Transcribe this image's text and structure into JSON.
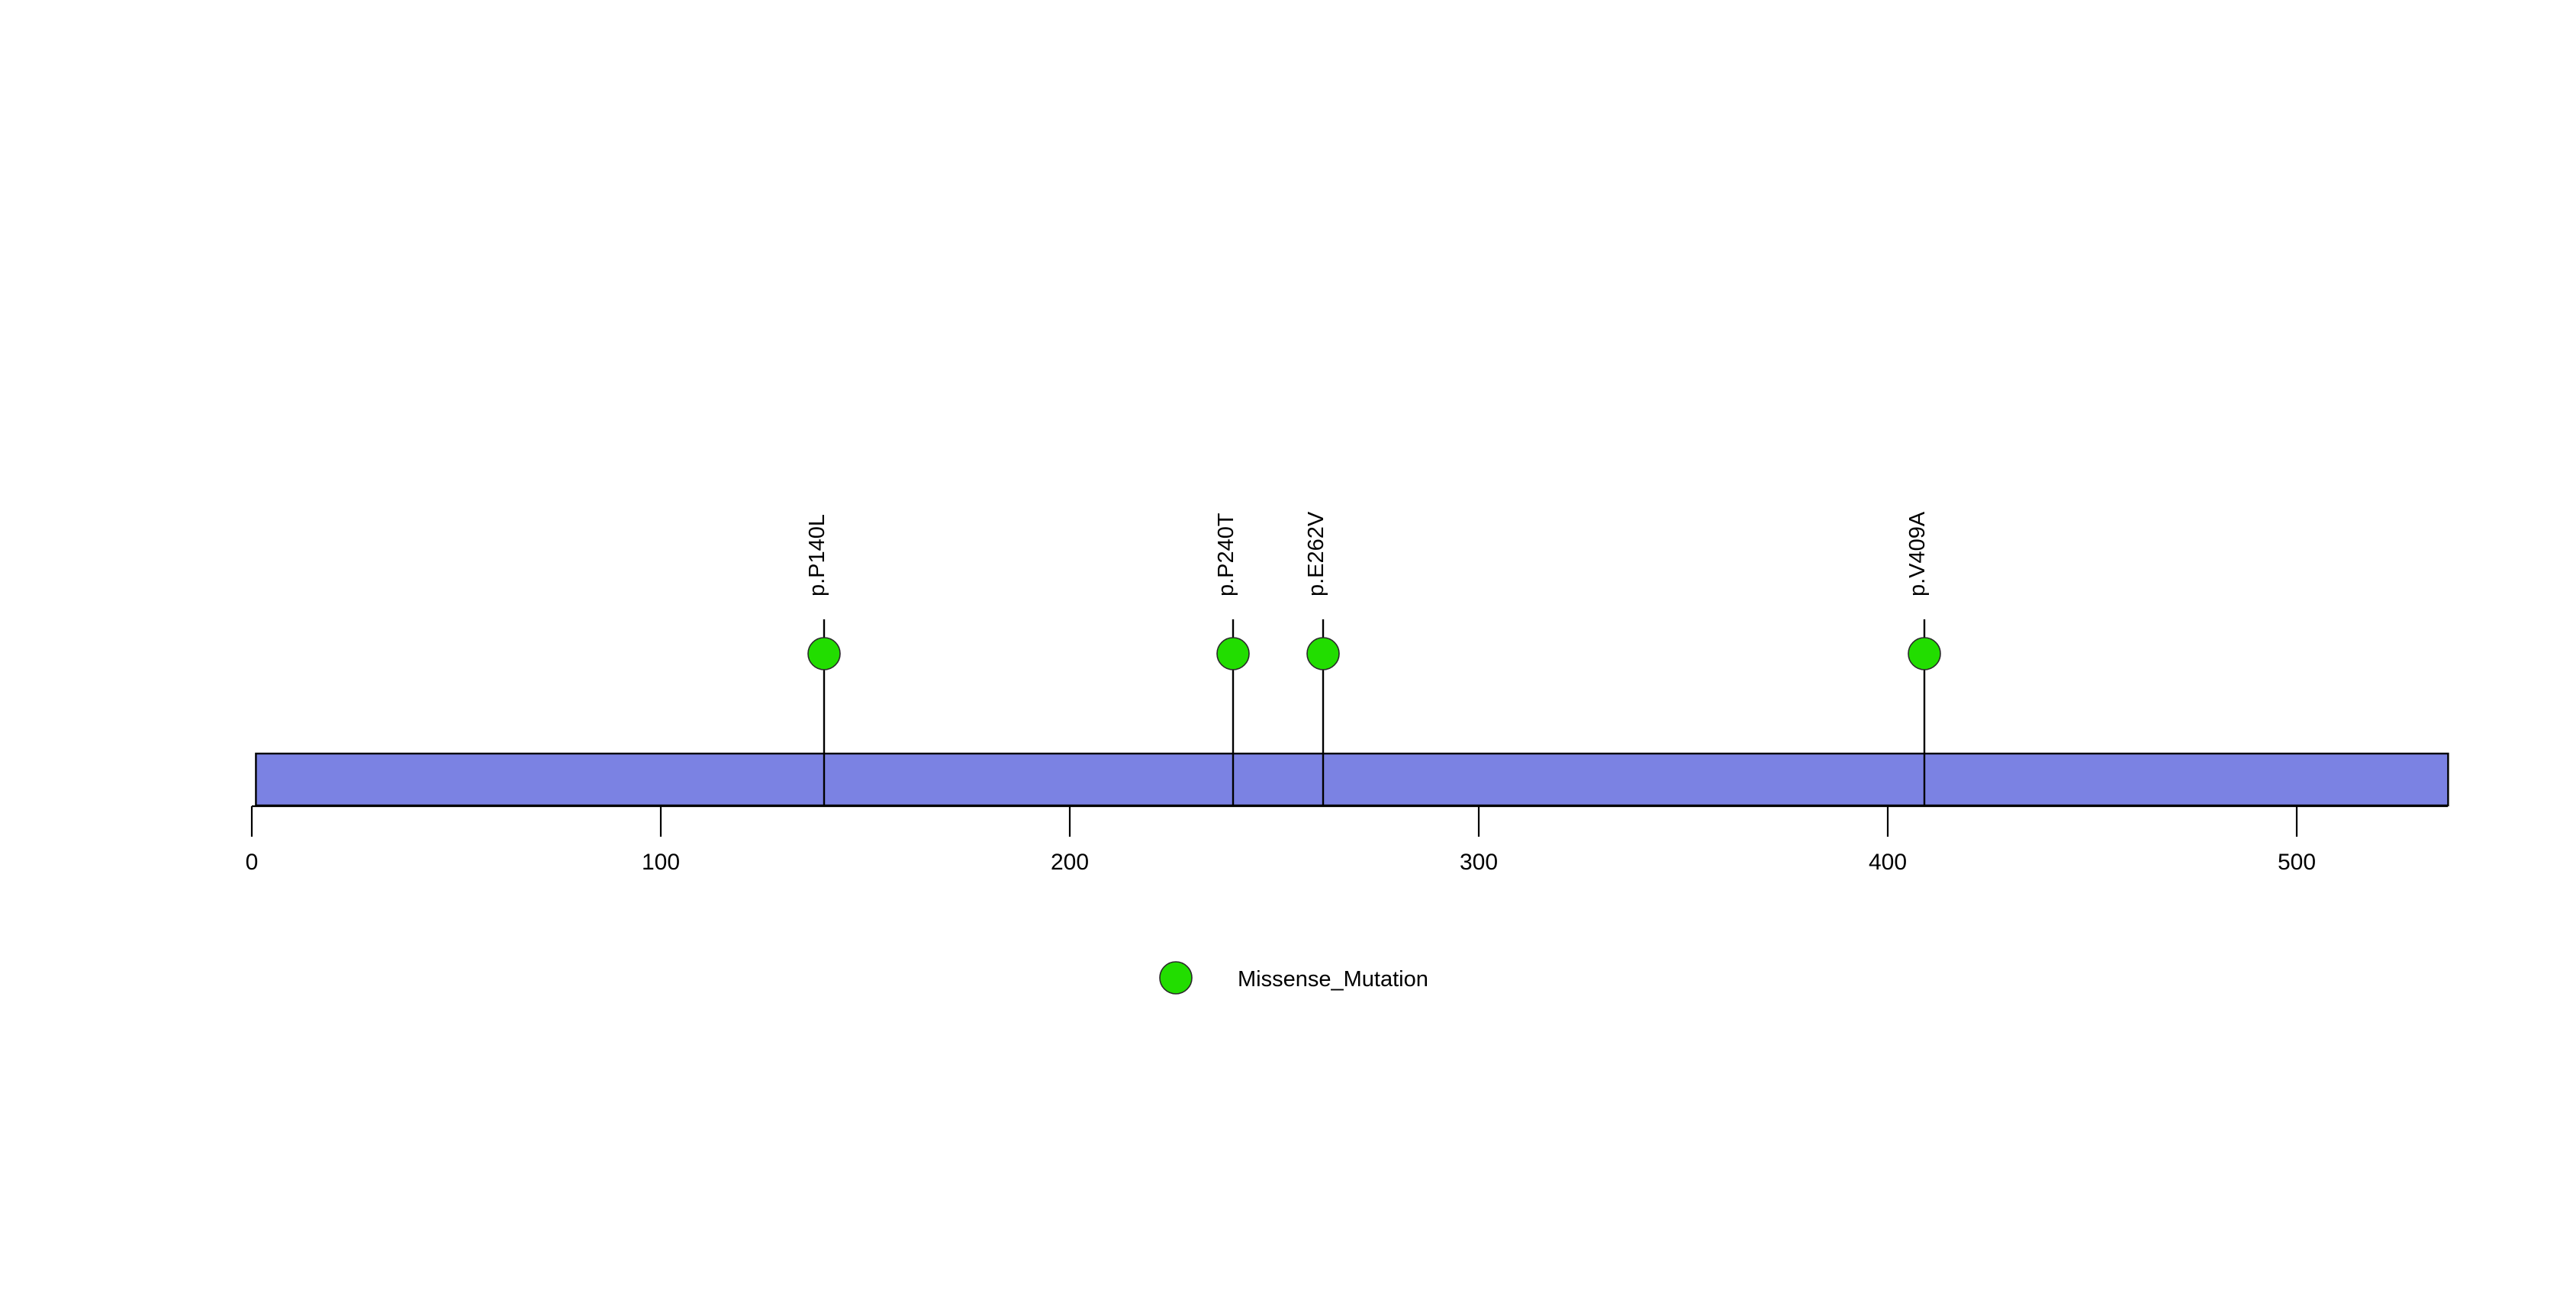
{
  "chart_data": {
    "type": "lollipop",
    "title": "",
    "subtitle": "",
    "xlabel": "",
    "ylabel": "",
    "grid": false,
    "protein_length": 537,
    "xlim": [
      0,
      537
    ],
    "axis": {
      "ticks": [
        {
          "value": 0,
          "label": "0"
        },
        {
          "value": 100,
          "label": "100"
        },
        {
          "value": 200,
          "label": "200"
        },
        {
          "value": 300,
          "label": "300"
        },
        {
          "value": 400,
          "label": "400"
        },
        {
          "value": 500,
          "label": "500"
        }
      ]
    },
    "domain_track": {
      "start": 1,
      "end": 537,
      "fill_color": "#7b82e3",
      "border_color": "#000000"
    },
    "mutations": [
      {
        "label": "p.P140L",
        "position": 140,
        "count": 1,
        "type": "Missense_Mutation",
        "color": "#22dd00"
      },
      {
        "label": "p.P240T",
        "position": 240,
        "count": 1,
        "type": "Missense_Mutation",
        "color": "#22dd00"
      },
      {
        "label": "p.E262V",
        "position": 262,
        "count": 1,
        "type": "Missense_Mutation",
        "color": "#22dd00"
      },
      {
        "label": "p.V409A",
        "position": 409,
        "count": 1,
        "type": "Missense_Mutation",
        "color": "#22dd00"
      }
    ],
    "legend": {
      "position": "bottom-center",
      "entries": [
        {
          "label": "Missense_Mutation",
          "color": "#22dd00",
          "marker": "circle"
        }
      ]
    },
    "colors": {
      "track_fill": "#7b82e3",
      "mutation_green": "#22dd00",
      "axis_black": "#000000",
      "background": "#ffffff"
    }
  },
  "labels": {
    "mutation_0": "p.P140L",
    "mutation_1": "p.P240T",
    "mutation_2": "p.E262V",
    "mutation_3": "p.V409A",
    "tick_0": "0",
    "tick_1": "100",
    "tick_2": "200",
    "tick_3": "300",
    "tick_4": "400",
    "tick_5": "500",
    "legend_0": "Missense_Mutation"
  }
}
